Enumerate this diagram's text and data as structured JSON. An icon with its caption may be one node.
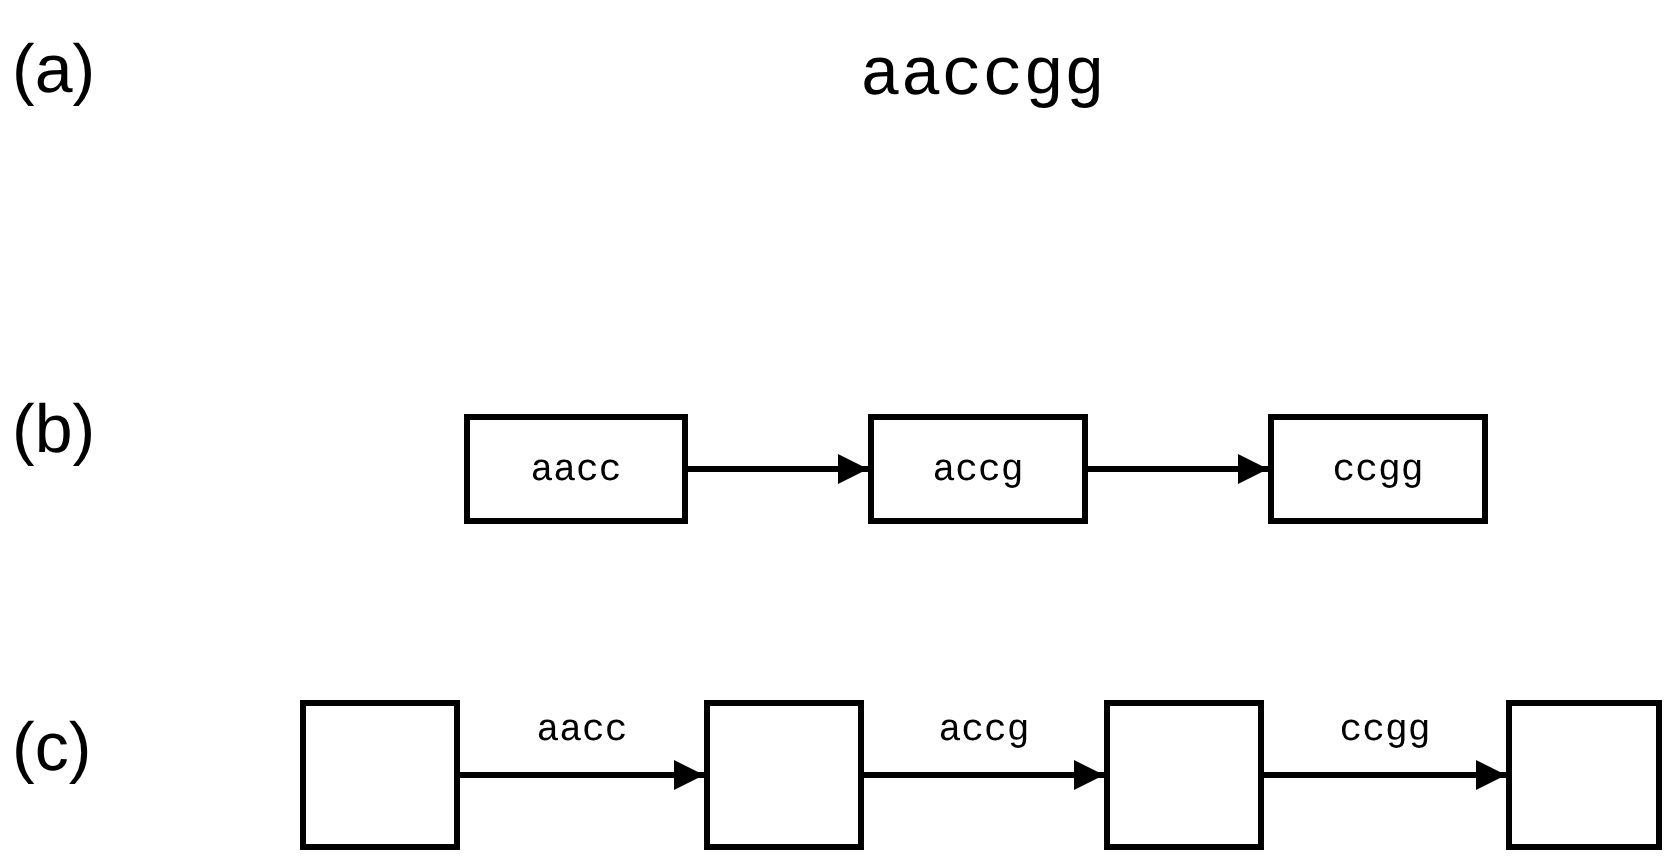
{
  "diagram": {
    "nodes": [
      {
        "text": [
          "aacc"
        ]
      },
      {
        "text": [
          "accg"
        ]
      },
      {
        "text": [
          "ccgg"
        ]
      },
      {
        "text": [],
        "shape": "box"
      },
      {
        "text": [],
        "shape": "box"
      },
      {
        "text": [],
        "shape": "box"
      },
      {
        "text": [],
        "shape": "box"
      }
    ],
    "edges": [
      {
        "from": 0,
        "to": 1,
        "arrow": "to"
      },
      {
        "from": 1,
        "to": 2,
        "arrow": "to"
      },
      {
        "from": 3,
        "to": 4,
        "arrow": "to",
        "label": "aacc"
      },
      {
        "from": 4,
        "to": 5,
        "arrow": "to",
        "label": "accg"
      },
      {
        "from": 5,
        "to": 6,
        "arrow": "to",
        "label": "ccgg"
      }
    ],
    "labels": [
      "(a)",
      "aaccgg",
      "(b)",
      "(c)"
    ]
  }
}
